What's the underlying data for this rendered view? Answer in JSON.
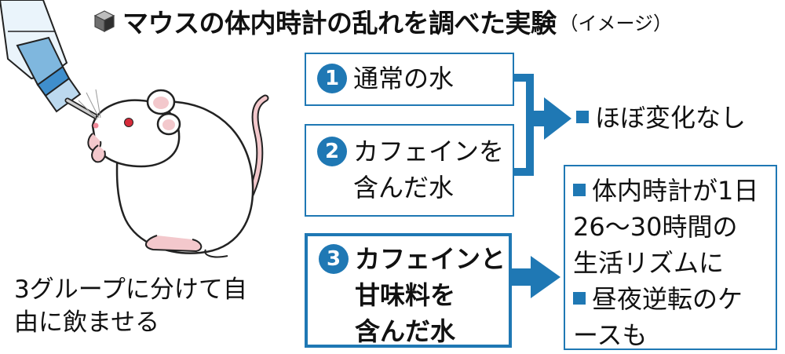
{
  "title": {
    "main": "マウスの体内時計の乱れを調べた実験",
    "sub": "（イメージ）"
  },
  "caption": {
    "line1": "3グループに分けて自",
    "line2": "由に飲ませる"
  },
  "groups": [
    {
      "number": "1",
      "lines": [
        "通常の水"
      ]
    },
    {
      "number": "2",
      "lines": [
        "カフェインを",
        "含んだ水"
      ]
    },
    {
      "number": "3",
      "lines": [
        "カフェインと",
        "甘味料を",
        "含んだ水"
      ]
    }
  ],
  "results": {
    "r12": "ほぼ変化なし",
    "r3": {
      "item1": [
        "体内時計が1日",
        "26〜30時間の",
        "生活リズムに"
      ],
      "item2": [
        "昼夜逆転のケ",
        "ースも"
      ]
    }
  },
  "colors": {
    "accent": "#1f78b4",
    "text": "#111111",
    "mouse_pink": "#f3c8cc"
  },
  "icons": [
    "cube-icon",
    "water-bottle",
    "mouse-illustration"
  ]
}
